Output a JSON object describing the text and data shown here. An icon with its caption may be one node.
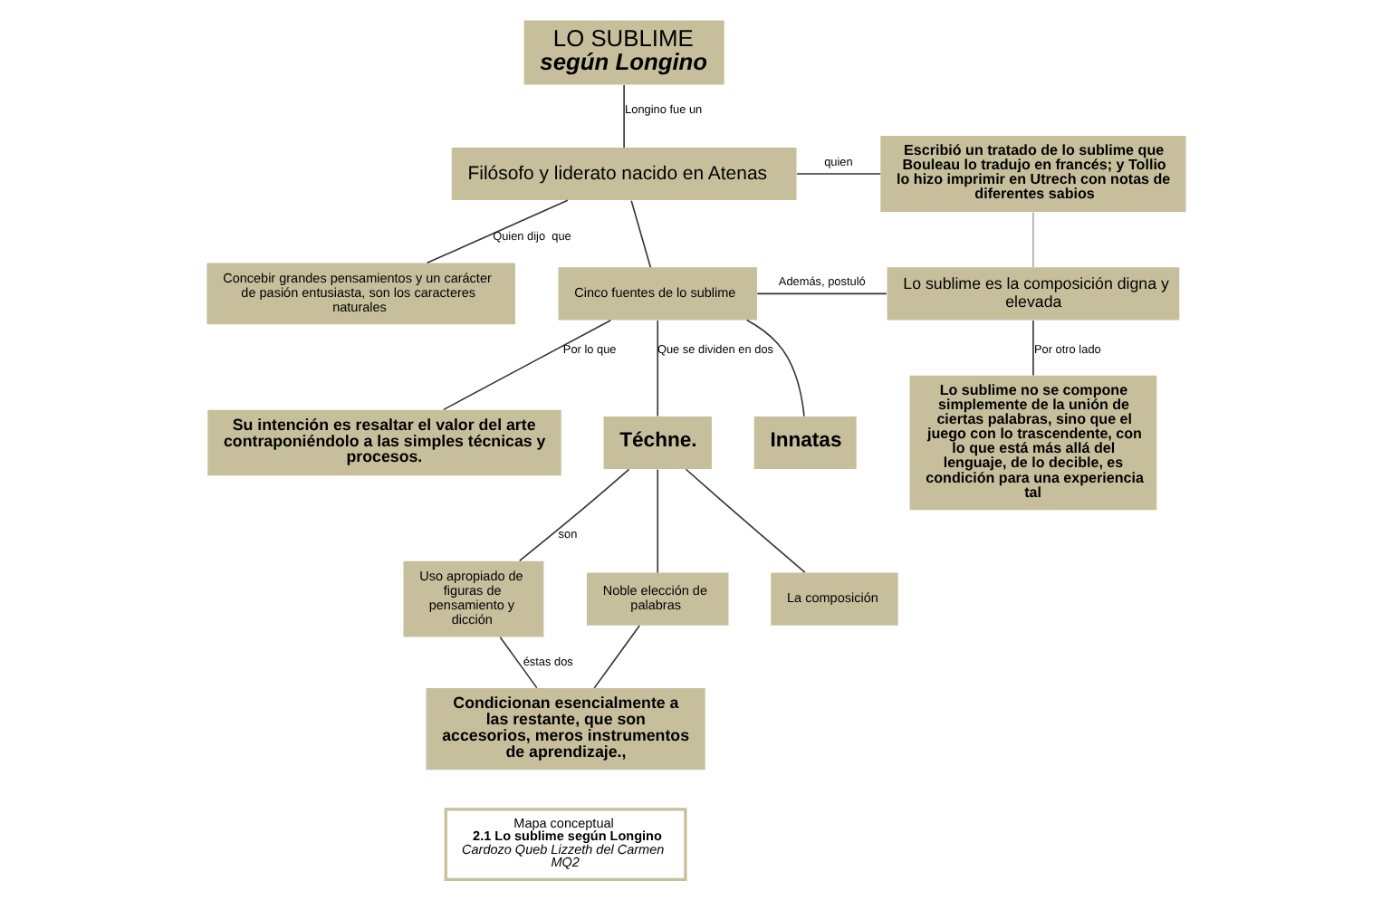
{
  "diagram": {
    "nodes": [
      {
        "text": [
          "LO SUBLIME",
          "según Longino"
        ]
      },
      {
        "text": [
          "Concebir grandes pensamientos y un carácter de pasión entusiasta, son los caracteres naturales"
        ]
      },
      {
        "text": [
          "Filósofo y liderato nacido en Atenas"
        ]
      },
      {
        "text": [
          "Escribió un tratado de lo sublime que Bouleau lo tradujo en francés; y Tollio lo hizo imprimir en Utrech con notas de diferentes sabios"
        ]
      },
      {
        "text": [
          "Su intención es resaltar el valor del arte contraponiéndolo a las simples técnicas y procesos."
        ]
      },
      {
        "text": [
          "Cinco fuentes de lo sublime"
        ]
      },
      {
        "text": [
          "Lo sublime es la composición digna y elevada"
        ]
      },
      {
        "text": [
          "Téchne."
        ]
      },
      {
        "text": [
          "Innatas"
        ]
      },
      {
        "text": [
          "Lo sublime no se compone simplemente de la unión de ciertas palabras, sino que el juego con lo trascendente, con lo que está más allá del lenguaje, de lo decible, es condición para una experiencia tal"
        ]
      },
      {
        "text": [
          "Uso apropiado de figuras de pensamiento y dicción"
        ]
      },
      {
        "text": [
          "Noble elección de palabras"
        ]
      },
      {
        "text": [
          "La composición"
        ]
      },
      {
        "text": [
          "Condicionan esencialmente a las restante, que son accesorios, meros instrumentos de aprendizaje.,"
        ]
      },
      {
        "text": [
          "Mapa conceptual",
          "2.1 Lo sublime según Longino",
          "Cardozo Queb Lizzeth del Carmen",
          "MQ2"
        ]
      }
    ],
    "edges": [
      {
        "from": 0,
        "to": 2,
        "arrow": "none",
        "label": "Longino fue un"
      },
      {
        "from": 2,
        "to": 1,
        "arrow": "none",
        "label": "Quien dijo  que"
      },
      {
        "from": 2,
        "to": 3,
        "arrow": "none",
        "label": "quien"
      },
      {
        "from": 5,
        "to": 4,
        "arrow": "none",
        "label": "Por lo que"
      },
      {
        "from": 2,
        "to": 5,
        "arrow": "none"
      },
      {
        "from": 3,
        "to": 6,
        "arrow": "none",
        "color": "#aaaaaa"
      },
      {
        "from": 5,
        "to": 6,
        "arrow": "none",
        "label": "Además, postuló"
      },
      {
        "from": 6,
        "to": 9,
        "arrow": "none",
        "label": "Por otro lado"
      },
      {
        "from": 5,
        "to": 7,
        "arrow": "none",
        "label": "Que se dividen en dos"
      },
      {
        "from": 5,
        "to": 8,
        "arrow": "none"
      },
      {
        "from": 7,
        "to": 10,
        "arrow": "none",
        "label": "son"
      },
      {
        "from": 7,
        "to": 11,
        "arrow": "none"
      },
      {
        "from": 7,
        "to": 12,
        "arrow": "none"
      },
      {
        "from": 10,
        "to": 13,
        "arrow": "none",
        "label": "éstas dos"
      },
      {
        "from": 11,
        "to": 13,
        "arrow": "none"
      }
    ]
  }
}
